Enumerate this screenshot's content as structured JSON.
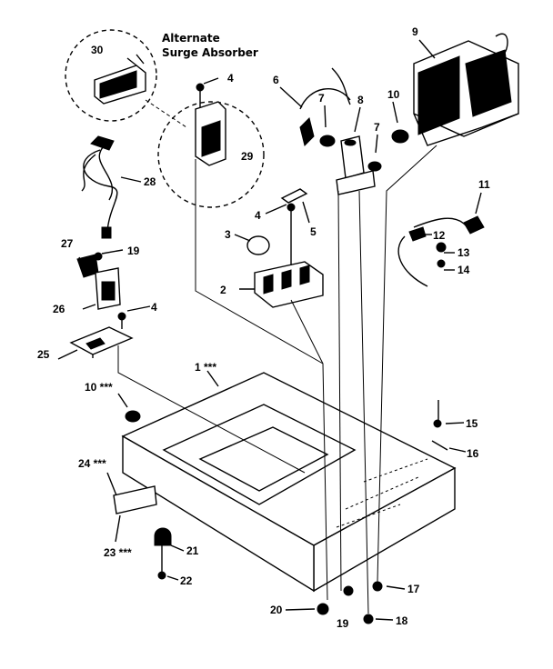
{
  "caption": {
    "line1": "Alternate",
    "line2": "Surge Absorber"
  },
  "callouts": {
    "c1": "1 ***",
    "c2": "2",
    "c3": "3",
    "c4a": "4",
    "c4b": "4",
    "c4c": "4",
    "c5": "5",
    "c6": "6",
    "c7a": "7",
    "c7b": "7",
    "c8": "8",
    "c9": "9",
    "c10a": "10",
    "c10b": "10 ***",
    "c11": "11",
    "c12": "12",
    "c13": "13",
    "c14": "14",
    "c15": "15",
    "c16": "16",
    "c17": "17",
    "c18": "18",
    "c19a": "19",
    "c19b": "19",
    "c20": "20",
    "c21": "21",
    "c22": "22",
    "c23": "23 ***",
    "c24": "24 ***",
    "c25": "25",
    "c26": "26",
    "c27": "27",
    "c28": "28",
    "c29": "29",
    "c30": "30"
  }
}
